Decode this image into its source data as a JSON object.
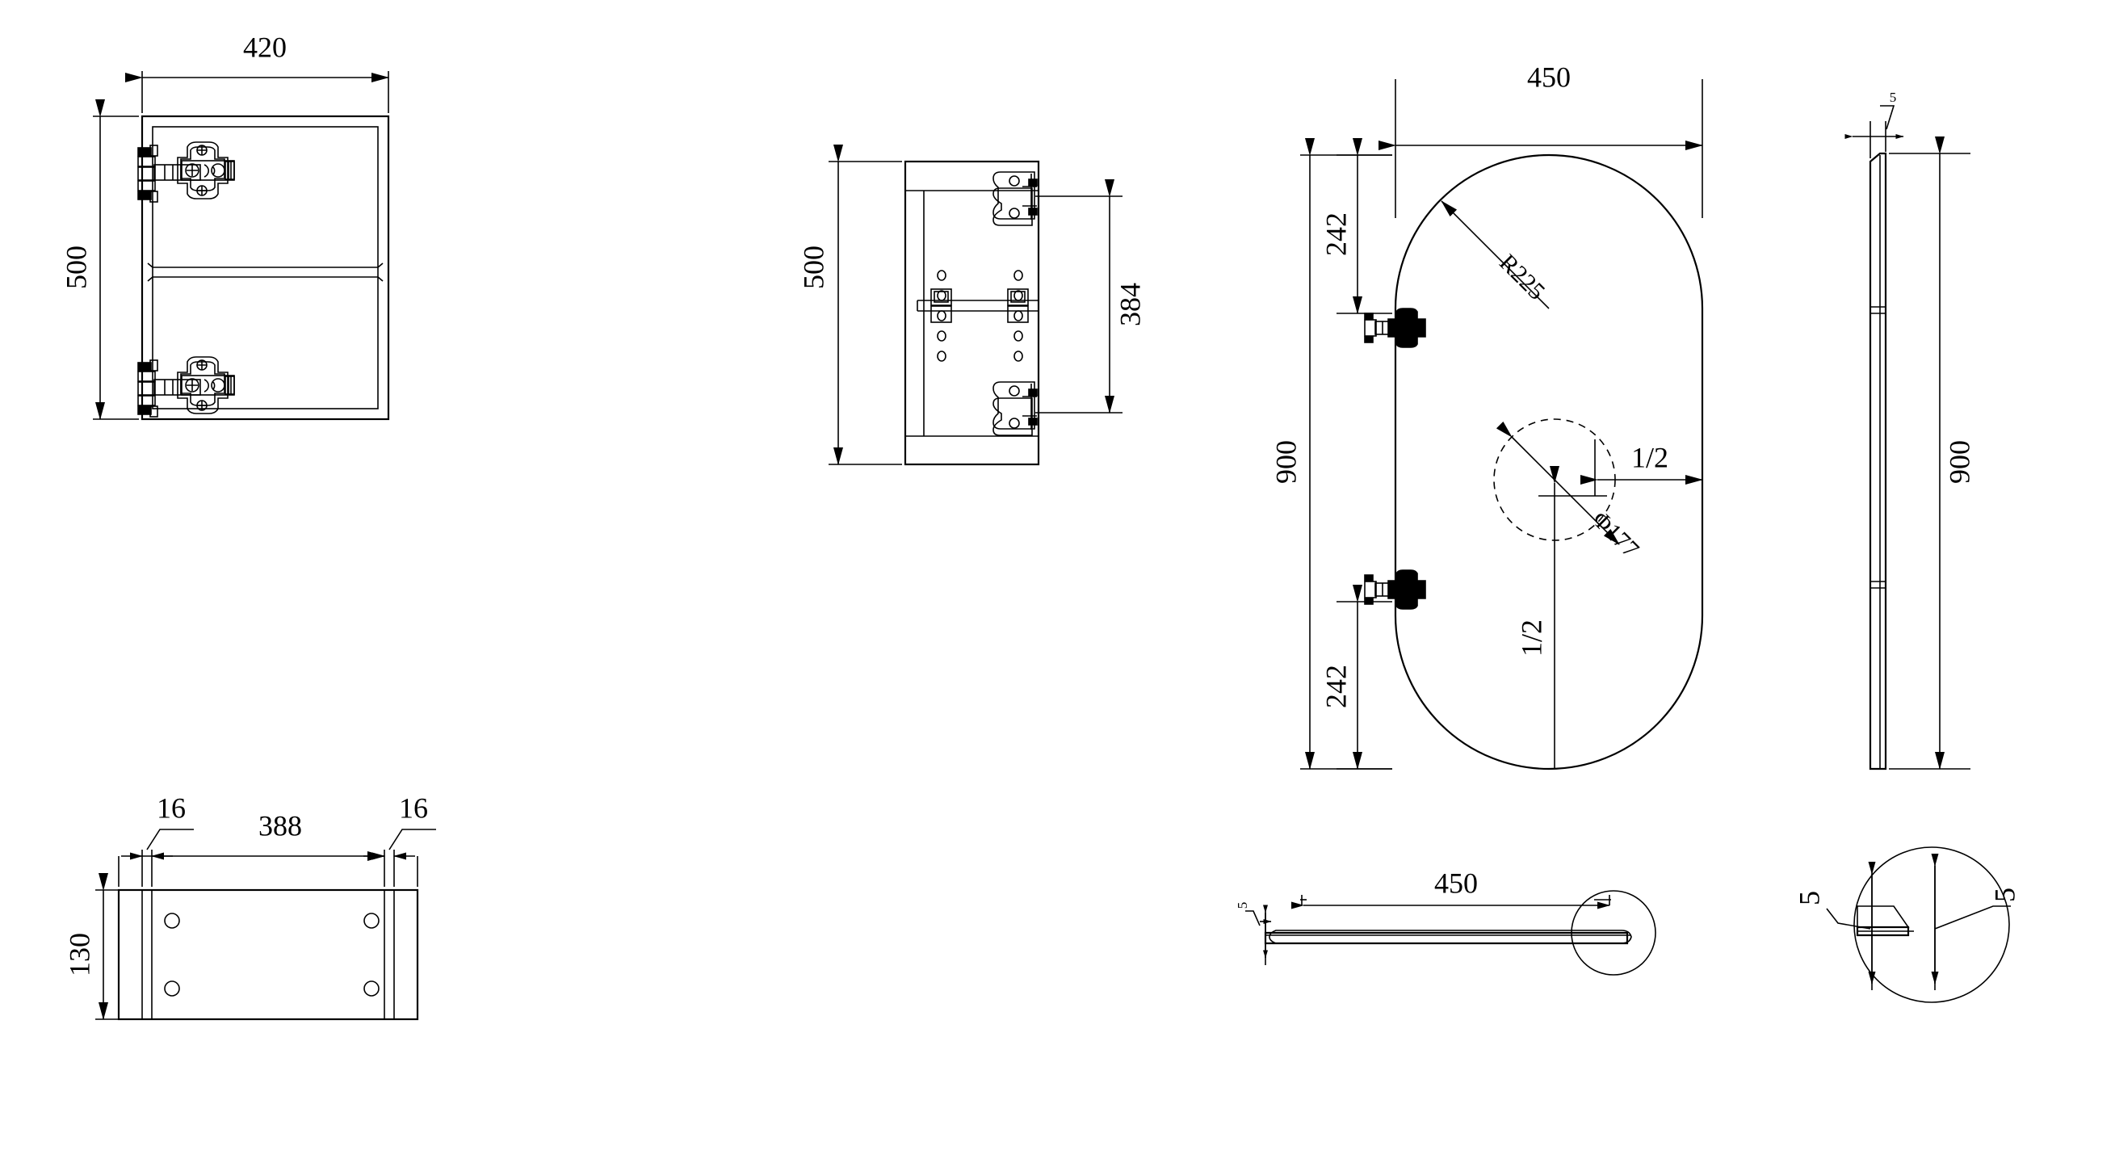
{
  "drawing": {
    "title": "Mirror cabinet technical drawing",
    "line_color": "#000000",
    "background_color": "#ffffff",
    "units_note": "mm"
  },
  "views": {
    "front_door": {
      "name": "Front view - cabinet door with hinges",
      "dim_width": "420",
      "dim_height": "500",
      "hinge_count": "2"
    },
    "side_section": {
      "name": "Side section view - carcass with hinges and shelf pins",
      "dim_height": "500",
      "dim_hinge_spacing": "384"
    },
    "oval_mirror": {
      "name": "Oval mirror front view",
      "dim_width": "450",
      "dim_height": "900",
      "dim_radius": "R225",
      "dim_top_offset": "242",
      "dim_bottom_offset": "242",
      "dim_hole_diameter": "Φ177",
      "label_half_horizontal": "1/2",
      "label_half_vertical": "1/2"
    },
    "mirror_edge": {
      "name": "Mirror right side profile",
      "dim_height": "900",
      "dim_thickness": "5"
    },
    "shelf": {
      "name": "Shelf / rail front view",
      "dim_left_edge": "16",
      "dim_inner_width": "388",
      "dim_right_edge": "16",
      "dim_height": "130"
    },
    "mirror_plan": {
      "name": "Mirror plan / section with detail callout",
      "dim_width": "450",
      "dim_thickness": "5"
    },
    "detail_circle": {
      "name": "Detail view of mirror edge bevel",
      "dim_left": "5",
      "dim_right": "5"
    }
  }
}
